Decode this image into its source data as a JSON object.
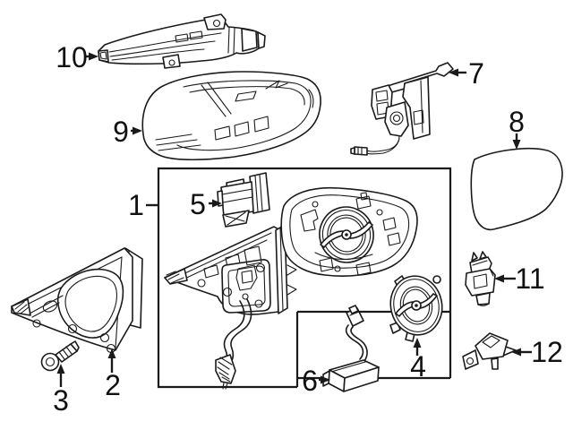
{
  "figure": {
    "type": "exploded-parts-diagram",
    "subject_hint": "door-mirror-assembly",
    "background_color": "#ffffff",
    "line_color": "#1a1a1a",
    "callouts": [
      {
        "number": "1",
        "part_hint": "mirror-assembly-box"
      },
      {
        "number": "2",
        "part_hint": "corner-trim-cover"
      },
      {
        "number": "3",
        "part_hint": "screw"
      },
      {
        "number": "4",
        "part_hint": "speaker"
      },
      {
        "number": "5",
        "part_hint": "camera-module"
      },
      {
        "number": "6",
        "part_hint": "control-module"
      },
      {
        "number": "7",
        "part_hint": "mounting-bracket"
      },
      {
        "number": "8",
        "part_hint": "mirror-glass"
      },
      {
        "number": "9",
        "part_hint": "mirror-housing-cover"
      },
      {
        "number": "10",
        "part_hint": "turn-signal-lamp"
      },
      {
        "number": "11",
        "part_hint": "actuator-motor"
      },
      {
        "number": "12",
        "part_hint": "bracket-clip"
      }
    ]
  }
}
